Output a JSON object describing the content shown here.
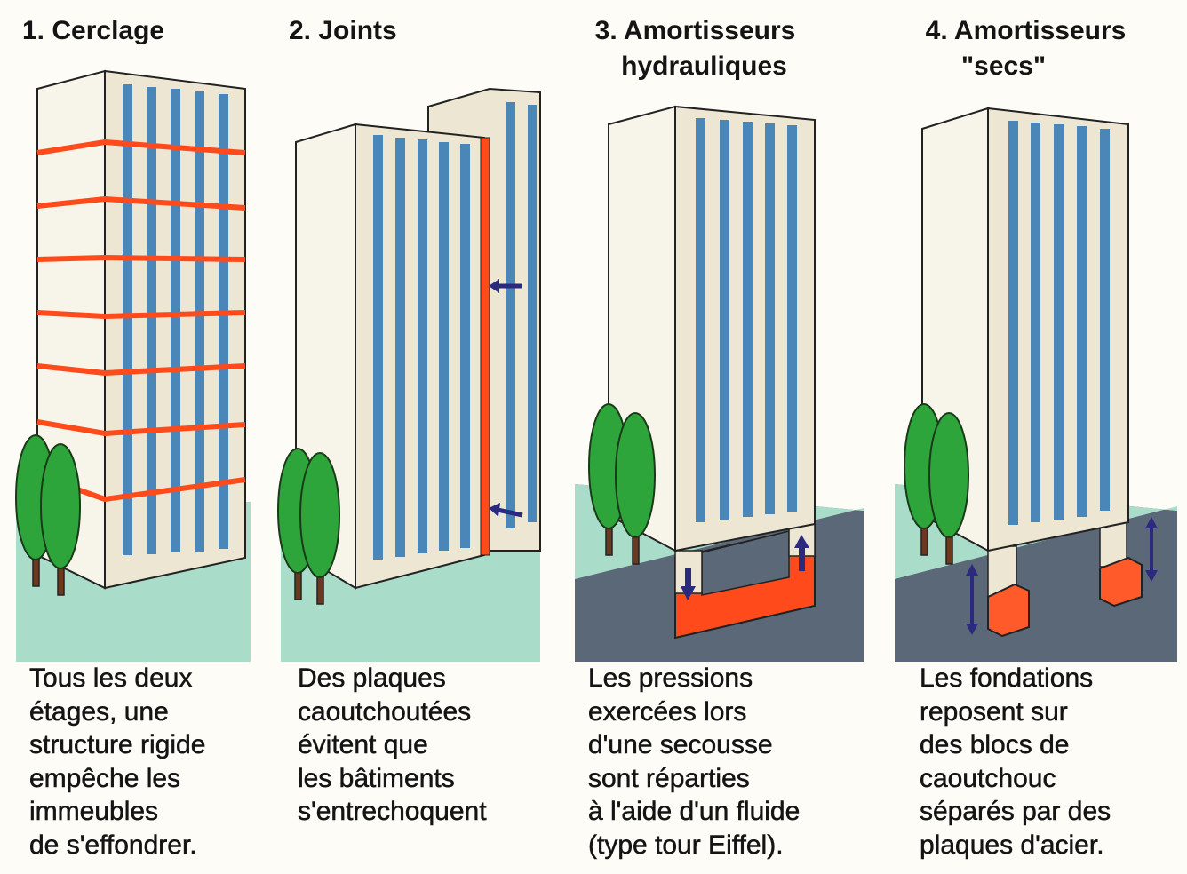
{
  "colors": {
    "ground": "#a9ddc9",
    "underground": "#5b6877",
    "facade": "#f2eedf",
    "window": "#4a86b8",
    "accent": "#ff4b1c",
    "arrow": "#2b2a7e",
    "tree": "#2ea53a"
  },
  "panels": [
    {
      "title": [
        "1. Cerclage"
      ],
      "caption": [
        "Tous les deux",
        "étages, une",
        "structure rigide",
        "empêche les",
        "immeubles",
        "de s'effondrer."
      ]
    },
    {
      "title": [
        "2. Joints"
      ],
      "caption": [
        "Des plaques",
        "caoutchoutées",
        "évitent que",
        "les bâtiments",
        "s'entrechoquent"
      ]
    },
    {
      "title": [
        "3. Amortisseurs",
        "hydrauliques"
      ],
      "caption": [
        "Les pressions",
        "exercées lors",
        "d'une secousse",
        "sont réparties",
        "à l'aide d'un fluide",
        "(type tour Eiffel)."
      ]
    },
    {
      "title": [
        "4. Amortisseurs",
        "\"secs\""
      ],
      "caption": [
        "Les fondations",
        "reposent sur",
        "des blocs de",
        "caoutchouc",
        "séparés par des",
        "plaques d'acier."
      ]
    }
  ]
}
